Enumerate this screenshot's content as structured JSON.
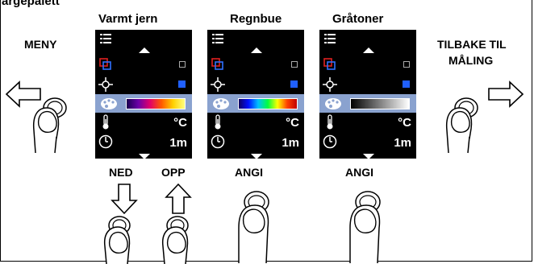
{
  "header": {
    "title_fragment": "argepalett"
  },
  "screens": [
    {
      "title": "Varmt jern",
      "temp_unit": "°C",
      "time_value": "1m",
      "gradient": "linear-gradient(to right,#1a0050,#6a00a8,#e0006a,#ff5a00,#ffd000,#ffff80)"
    },
    {
      "title": "Regnbue",
      "temp_unit": "°C",
      "time_value": "1m",
      "gradient": "linear-gradient(to right,#100060,#0010ff,#00c0ff,#00ff40,#ffff00,#ff4000,#c00000)"
    },
    {
      "title": "Gråtoner",
      "temp_unit": "°C",
      "time_value": "1m",
      "gradient": "linear-gradient(to right,#000,#fff)"
    }
  ],
  "labels": {
    "menu": "MENY",
    "back_line1": "TILBAKE TIL",
    "back_line2": "MÅLING",
    "down": "NED",
    "up": "OPP",
    "set_1": "ANGI",
    "set_2": "ANGI"
  },
  "icons": {
    "left_arrow": "arrow-left-outline-icon",
    "right_arrow": "arrow-right-outline-icon",
    "down_arrow": "arrow-down-outline-icon",
    "up_arrow": "arrow-up-outline-icon",
    "finger": "finger-press-icon"
  }
}
